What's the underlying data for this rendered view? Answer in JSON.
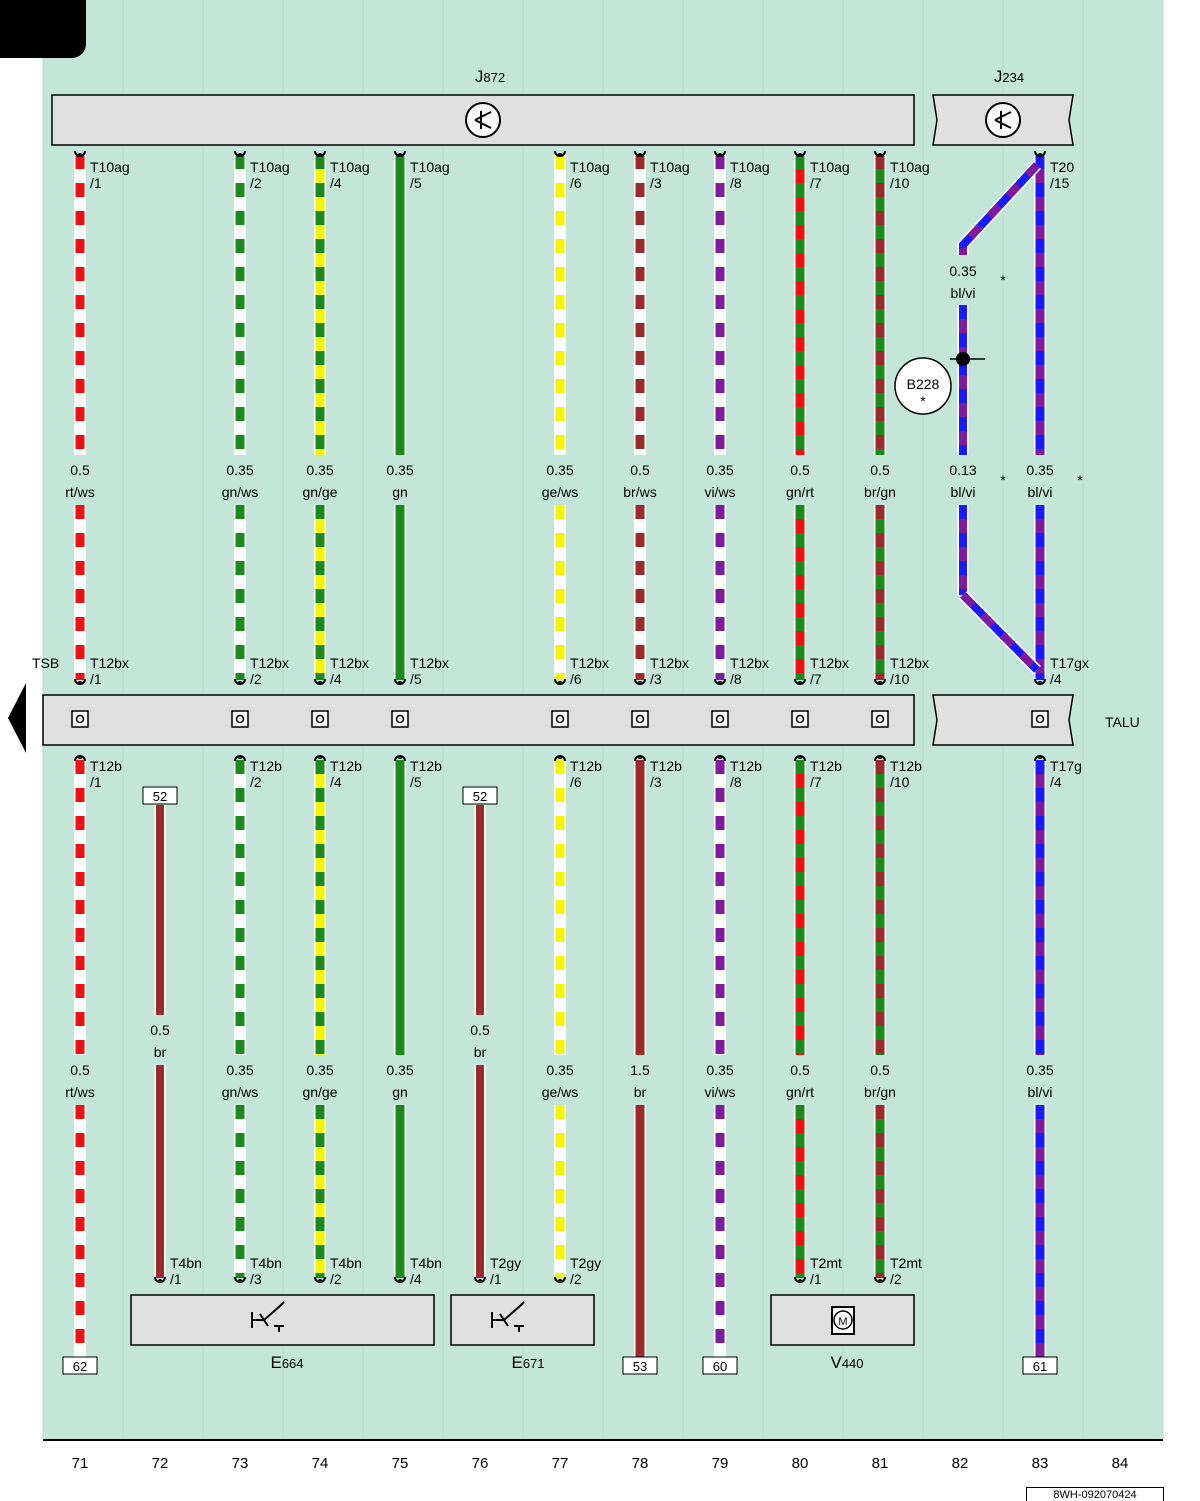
{
  "colors": {
    "background": "#c3e6d8",
    "box": "#e0e0e0",
    "rt": "#ee1111",
    "ws": "#ffffff",
    "gn": "#1a8a1a",
    "ge": "#f5f500",
    "br": "#9b2b2b",
    "vi": "#7e1a9e",
    "bl": "#1a1aff"
  },
  "components": {
    "j872": {
      "label": "J",
      "sub": "872"
    },
    "j234": {
      "label": "J",
      "sub": "234"
    },
    "e664": {
      "label": "E",
      "sub": "664"
    },
    "e671": {
      "label": "E",
      "sub": "671"
    },
    "v440": {
      "label": "V",
      "sub": "440"
    },
    "b228": {
      "label": "B228",
      "star": "*"
    },
    "tsb": "TSB",
    "talu": "TALU"
  },
  "wires": [
    {
      "col": 71,
      "top": {
        "conn": "T10ag",
        "pin": "/1"
      },
      "mid": {
        "conn": "T12bx",
        "pin": "/1"
      },
      "low": {
        "conn": "T12b",
        "pin": "/1"
      },
      "upper_label": [
        "0.5",
        "rt/ws"
      ],
      "lower_label": [
        "0.5",
        "rt/ws"
      ],
      "colors": [
        "rt",
        "ws"
      ],
      "end_ref": "62"
    },
    {
      "col": 73,
      "top": {
        "conn": "T10ag",
        "pin": "/2"
      },
      "mid": {
        "conn": "T12bx",
        "pin": "/2"
      },
      "low": {
        "conn": "T12b",
        "pin": "/2"
      },
      "upper_label": [
        "0.35",
        "gn/ws"
      ],
      "lower_label": [
        "0.35",
        "gn/ws"
      ],
      "colors": [
        "gn",
        "ws"
      ],
      "bottom": {
        "conn": "T4bn",
        "pin": "/3"
      }
    },
    {
      "col": 74,
      "top": {
        "conn": "T10ag",
        "pin": "/4"
      },
      "mid": {
        "conn": "T12bx",
        "pin": "/4"
      },
      "low": {
        "conn": "T12b",
        "pin": "/4"
      },
      "upper_label": [
        "0.35",
        "gn/ge"
      ],
      "lower_label": [
        "0.35",
        "gn/ge"
      ],
      "colors": [
        "gn",
        "ge"
      ],
      "bottom": {
        "conn": "T4bn",
        "pin": "/2"
      }
    },
    {
      "col": 75,
      "top": {
        "conn": "T10ag",
        "pin": "/5"
      },
      "mid": {
        "conn": "T12bx",
        "pin": "/5"
      },
      "low": {
        "conn": "T12b",
        "pin": "/5"
      },
      "upper_label": [
        "0.35",
        "gn"
      ],
      "lower_label": [
        "0.35",
        "gn"
      ],
      "colors": [
        "gn"
      ],
      "bottom": {
        "conn": "T4bn",
        "pin": "/4"
      }
    },
    {
      "col": 77,
      "top": {
        "conn": "T10ag",
        "pin": "/6"
      },
      "mid": {
        "conn": "T12bx",
        "pin": "/6"
      },
      "low": {
        "conn": "T12b",
        "pin": "/6"
      },
      "upper_label": [
        "0.35",
        "ge/ws"
      ],
      "lower_label": [
        "0.35",
        "ge/ws"
      ],
      "colors": [
        "ge",
        "ws"
      ],
      "bottom": {
        "conn": "T2gy",
        "pin": "/2"
      }
    },
    {
      "col": 78,
      "top": {
        "conn": "T10ag",
        "pin": "/3"
      },
      "mid": {
        "conn": "T12bx",
        "pin": "/3"
      },
      "low": {
        "conn": "T12b",
        "pin": "/3"
      },
      "upper_label": [
        "0.5",
        "br/ws"
      ],
      "lower_label": [
        "1.5",
        "br"
      ],
      "colors": [
        "br",
        "ws"
      ],
      "lower_colors": [
        "br"
      ],
      "end_ref": "53"
    },
    {
      "col": 79,
      "top": {
        "conn": "T10ag",
        "pin": "/8"
      },
      "mid": {
        "conn": "T12bx",
        "pin": "/8"
      },
      "low": {
        "conn": "T12b",
        "pin": "/8"
      },
      "upper_label": [
        "0.35",
        "vi/ws"
      ],
      "lower_label": [
        "0.35",
        "vi/ws"
      ],
      "colors": [
        "vi",
        "ws"
      ],
      "end_ref": "60"
    },
    {
      "col": 80,
      "top": {
        "conn": "T10ag",
        "pin": "/7"
      },
      "mid": {
        "conn": "T12bx",
        "pin": "/7"
      },
      "low": {
        "conn": "T12b",
        "pin": "/7"
      },
      "upper_label": [
        "0.5",
        "gn/rt"
      ],
      "lower_label": [
        "0.5",
        "gn/rt"
      ],
      "colors": [
        "gn",
        "rt"
      ],
      "bottom": {
        "conn": "T2mt",
        "pin": "/1"
      }
    },
    {
      "col": 81,
      "top": {
        "conn": "T10ag",
        "pin": "/10"
      },
      "mid": {
        "conn": "T12bx",
        "pin": "/10"
      },
      "low": {
        "conn": "T12b",
        "pin": "/10"
      },
      "upper_label": [
        "0.5",
        "br/gn"
      ],
      "lower_label": [
        "0.5",
        "br/gn"
      ],
      "colors": [
        "br",
        "gn"
      ],
      "bottom": {
        "conn": "T2mt",
        "pin": "/2"
      }
    },
    {
      "col": 83,
      "top": {
        "conn": "T20",
        "pin": "/15"
      },
      "mid": {
        "conn": "T17gx",
        "pin": "/4"
      },
      "low": {
        "conn": "T17g",
        "pin": "/4"
      },
      "upper_label": [
        "0.35",
        "bl/vi"
      ],
      "lower_label": [
        "0.35",
        "bl/vi"
      ],
      "colors": [
        "bl",
        "vi"
      ],
      "end_ref": "61",
      "star": "*"
    }
  ],
  "branch_82": {
    "upper_label": [
      "0.35",
      "bl/vi"
    ],
    "lower_label": [
      "0.13",
      "bl/vi"
    ],
    "star": "*"
  },
  "short_wires": [
    {
      "col": 72,
      "ref": "52",
      "label": [
        "0.5",
        "br"
      ],
      "bottom": {
        "conn": "T4bn",
        "pin": "/1"
      }
    },
    {
      "col": 76,
      "ref": "52",
      "label": [
        "0.5",
        "br"
      ],
      "bottom": {
        "conn": "T2gy",
        "pin": "/1"
      }
    }
  ],
  "columns": [
    "71",
    "72",
    "73",
    "74",
    "75",
    "76",
    "77",
    "78",
    "79",
    "80",
    "81",
    "82",
    "83",
    "84"
  ],
  "doc_id": "8WH-092070424"
}
